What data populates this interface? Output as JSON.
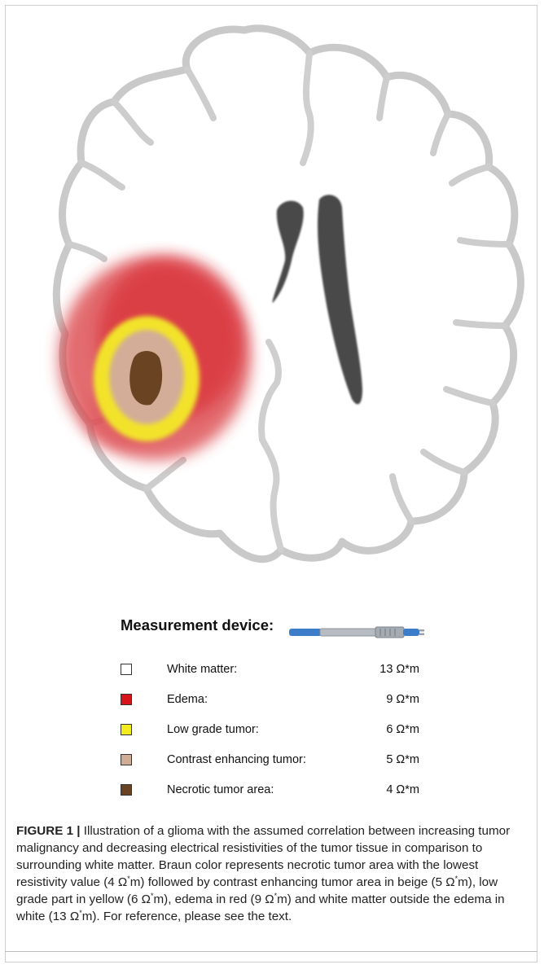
{
  "legend": {
    "title": "Measurement device:",
    "items": [
      {
        "label": "White matter:",
        "value": "13 Ω*m",
        "color": "#ffffff"
      },
      {
        "label": "Edema:",
        "value": "9 Ω*m",
        "color": "#d8141b"
      },
      {
        "label": "Low grade tumor:",
        "value": "6 Ω*m",
        "color": "#f4ec1e"
      },
      {
        "label": "Contrast enhancing tumor:",
        "value": "5 Ω*m",
        "color": "#d1ad96"
      },
      {
        "label": "Necrotic tumor area:",
        "value": "4 Ω*m",
        "color": "#6a4322"
      }
    ]
  },
  "caption": {
    "figure_label": "FIGURE 1 |",
    "t1": " Illustration of a glioma with the assumed correlation between increasing tumor malignancy and decreasing electrical resistivities of the tumor tissue in comparison to surrounding white matter. Braun color represents necrotic tumor area with the lowest resistivity value (4 Ω",
    "t2": "m) followed by contrast enhancing tumor area in beige (5 Ω",
    "t3": "m), low grade part in yellow (6 Ω",
    "t4": "m), edema in red (9 Ω",
    "t5": "m) and white matter outside the edema in white (13 Ω",
    "t6": "m). For reference, please see the text.",
    "sup": "*"
  }
}
